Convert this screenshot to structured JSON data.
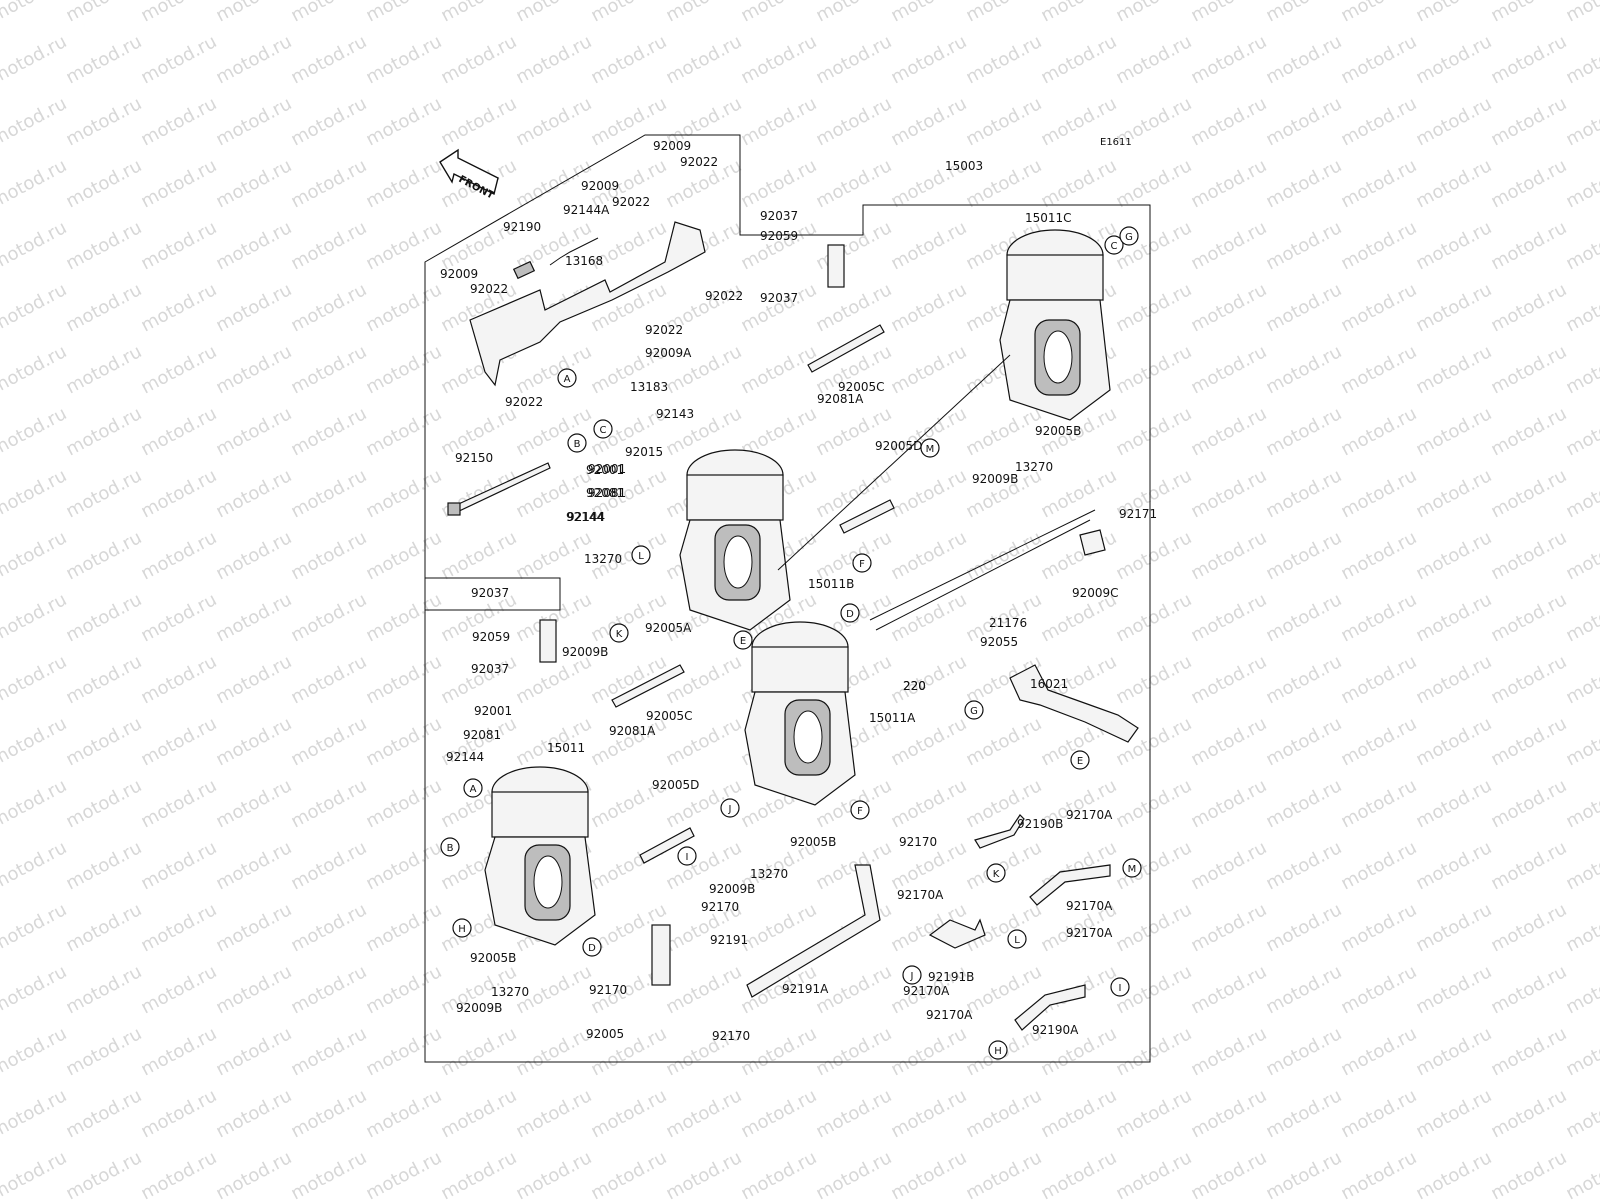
{
  "code": "E1611",
  "front_arrow": "FRONT",
  "watermark": "motod.ru",
  "labels": [
    "15003",
    "92009",
    "92022",
    "92009",
    "92022",
    "92144A",
    "92190",
    "13168",
    "92009",
    "92022",
    "92022",
    "92022",
    "92022",
    "92037",
    "92059",
    "92037",
    "92009A",
    "13183",
    "92143",
    "92005C",
    "92081A",
    "92001",
    "92081",
    "92144",
    "15011C",
    "92005B",
    "13270",
    "92009B",
    "92005D",
    "92015",
    "92150",
    "92001",
    "92081",
    "92144",
    "13270",
    "15011B",
    "92037",
    "92009B",
    "92005A",
    "92059",
    "92037",
    "92005C",
    "92081A",
    "92001",
    "92081",
    "92144",
    "15011",
    "15011A",
    "92005D",
    "92005B",
    "13270",
    "92009B",
    "92170",
    "92191",
    "92170",
    "92005",
    "92170",
    "92191A",
    "92005B",
    "13270",
    "92009B",
    "220",
    "92171",
    "92009C",
    "21176",
    "92055",
    "220",
    "16021",
    "92190B",
    "92170A",
    "92170A",
    "92170A",
    "92170A",
    "92191B",
    "92170A",
    "92170A",
    "92190A",
    "92170"
  ],
  "callouts": [
    "A",
    "B",
    "C",
    "C",
    "G",
    "M",
    "L",
    "K",
    "F",
    "D",
    "E",
    "G",
    "E",
    "A",
    "B",
    "D",
    "H",
    "J",
    "I",
    "F",
    "M",
    "K",
    "L",
    "J",
    "I",
    "H"
  ]
}
